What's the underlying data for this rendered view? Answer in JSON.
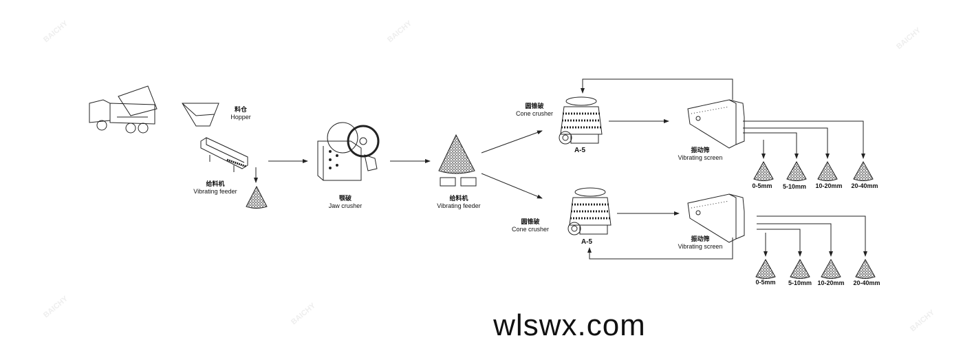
{
  "watermark": "BAICHY",
  "hopper": {
    "cn": "料仓",
    "en": "Hopper"
  },
  "feeder1": {
    "cn": "给料机",
    "en": "Vibrating feeder"
  },
  "jaw": {
    "cn": "颚破",
    "en": "Jaw crusher"
  },
  "feeder2": {
    "cn": "给料机",
    "en": "Vibrating feeder"
  },
  "cone_top": {
    "cn": "圆锥破",
    "en": "Cone crusher",
    "model": "A-5"
  },
  "cone_bottom": {
    "cn": "圆锥破",
    "en": "Cone crusher",
    "model": "A-5"
  },
  "screen_top": {
    "cn": "振动筛",
    "en": "Vibrating screen"
  },
  "screen_bottom": {
    "cn": "振动筛",
    "en": "Vibrating screen"
  },
  "sizes_top": [
    "0-5mm",
    "5-10mm",
    "10-20mm",
    "20-40mm"
  ],
  "sizes_bottom": [
    "0-5mm",
    "5-10mm",
    "10-20mm",
    "20-40mm"
  ],
  "footer": "wlswx.com"
}
